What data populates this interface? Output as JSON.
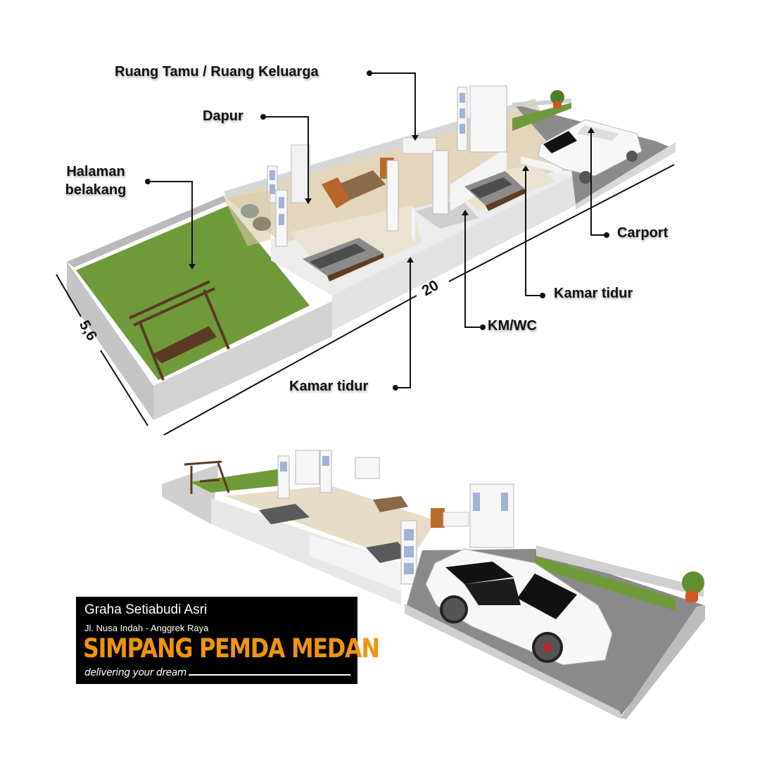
{
  "diagram": {
    "title": "House floor plan 3D render with room callouts",
    "labels": {
      "ruang_tamu": "Ruang Tamu / Ruang Keluarga",
      "dapur": "Dapur",
      "halaman_line1": "Halaman",
      "halaman_line2": "belakang",
      "carport": "Carport",
      "kamar_tidur_right": "Kamar tidur",
      "km_wc": "KM/WC",
      "kamar_tidur_bottom": "Kamar tidur"
    },
    "dimensions": {
      "length": "20",
      "width": "5,6"
    }
  },
  "branding": {
    "project_name": "Graha Setiabudi Asri",
    "address": "Jl. Nusa Indah - Anggrek Raya",
    "location": "SIMPANG PEMDA MEDAN",
    "tagline": "delivering your dream",
    "accent_color": "#f0930f",
    "background_color": "#000000"
  },
  "colors": {
    "grass": "#6f9a3a",
    "wall": "#e9e9e9",
    "wall_shade": "#c9c9c9",
    "gravel": "#8a8a8a",
    "floor": "#d8c7a6",
    "wood": "#6b4a2e"
  }
}
